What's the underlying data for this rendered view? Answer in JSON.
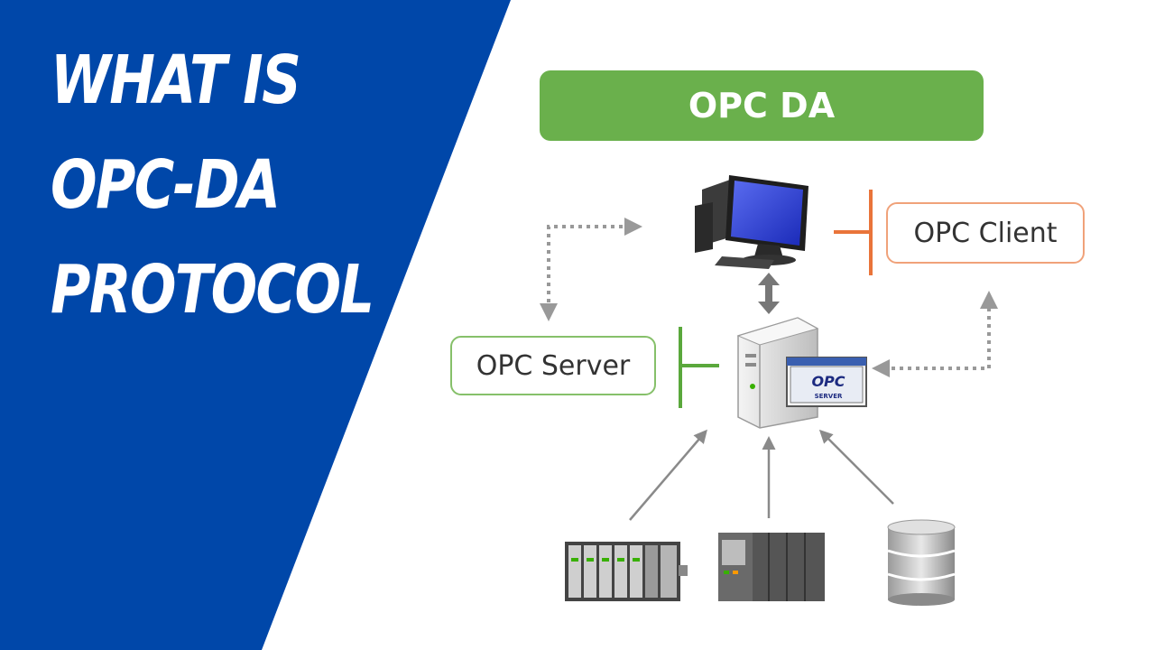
{
  "title": {
    "line1": "WHAT IS",
    "line2": "OPC-DA",
    "line3": "PROTOCOL"
  },
  "diagram": {
    "banner": "OPC DA",
    "client_label": "OPC Client",
    "server_label": "OPC Server",
    "badge_logo": "OPC",
    "badge_sub": "SERVER"
  },
  "colors": {
    "blue_panel": "#0047a9",
    "banner_green": "#6ab04c",
    "client_orange": "#e9743a",
    "server_green": "#5aa83c",
    "arrow_gray": "#8a8a8a"
  }
}
